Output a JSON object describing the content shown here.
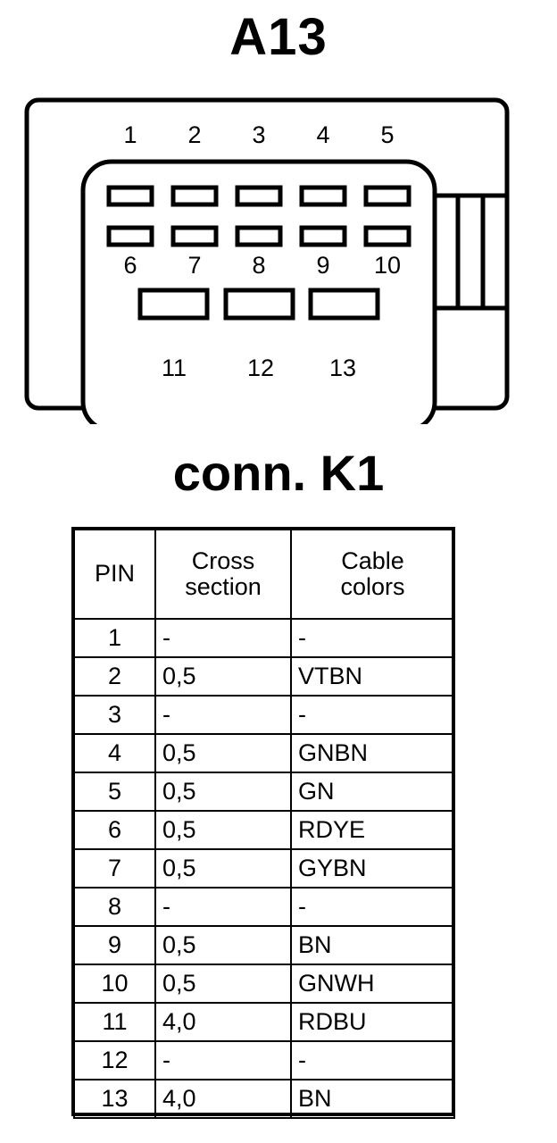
{
  "titles": {
    "connector_id": "A13",
    "connector_name": "conn. K1"
  },
  "connector": {
    "pin_labels_top": [
      "1",
      "2",
      "3",
      "4",
      "5"
    ],
    "pin_labels_middle": [
      "6",
      "7",
      "8",
      "9",
      "10"
    ],
    "pin_labels_bottom": [
      "11",
      "12",
      "13"
    ],
    "total_pins": 13,
    "outline_color": "#000000",
    "fill_color": "#ffffff"
  },
  "table": {
    "headers": {
      "pin": "PIN",
      "cross_section_line1": "Cross",
      "cross_section_line2": "section",
      "cable_colors_line1": "Cable",
      "cable_colors_line2": "colors"
    },
    "rows": [
      {
        "pin": "1",
        "cross_section": "-",
        "cable_color": "-"
      },
      {
        "pin": "2",
        "cross_section": "0,5",
        "cable_color": "VTBN"
      },
      {
        "pin": "3",
        "cross_section": "-",
        "cable_color": "-"
      },
      {
        "pin": "4",
        "cross_section": "0,5",
        "cable_color": "GNBN"
      },
      {
        "pin": "5",
        "cross_section": "0,5",
        "cable_color": "GN"
      },
      {
        "pin": "6",
        "cross_section": "0,5",
        "cable_color": "RDYE"
      },
      {
        "pin": "7",
        "cross_section": "0,5",
        "cable_color": "GYBN"
      },
      {
        "pin": "8",
        "cross_section": "-",
        "cable_color": "-"
      },
      {
        "pin": "9",
        "cross_section": "0,5",
        "cable_color": "BN"
      },
      {
        "pin": "10",
        "cross_section": "0,5",
        "cable_color": "GNWH"
      },
      {
        "pin": "11",
        "cross_section": "4,0",
        "cable_color": "RDBU"
      },
      {
        "pin": "12",
        "cross_section": "-",
        "cable_color": "-"
      },
      {
        "pin": "13",
        "cross_section": "4,0",
        "cable_color": "BN"
      }
    ]
  }
}
